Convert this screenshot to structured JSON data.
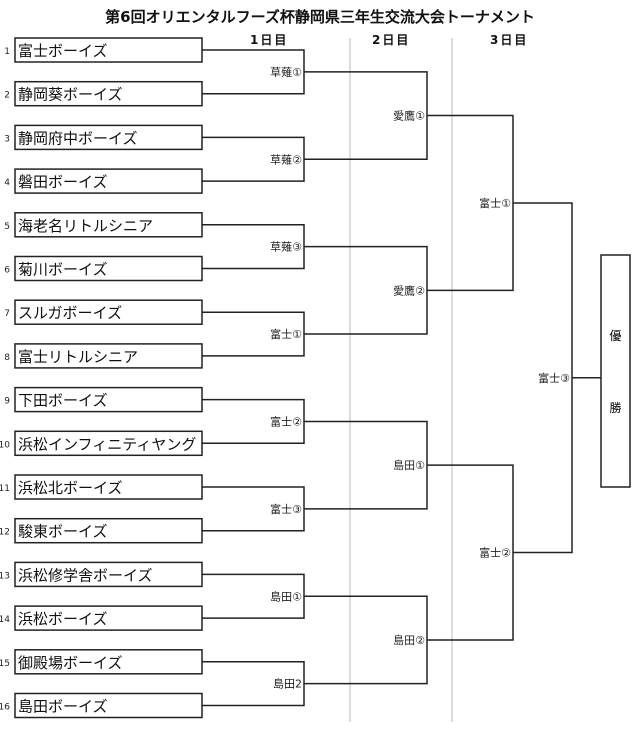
{
  "title": "第6回オリエンタルフーズ杯静岡県三年生交流大会トーナメント",
  "days": [
    "1日目",
    "2日目",
    "3日目"
  ],
  "teams": [
    {
      "seed": "1",
      "name": "富士ボーイズ"
    },
    {
      "seed": "2",
      "name": "静岡葵ボーイズ"
    },
    {
      "seed": "3",
      "name": "静岡府中ボーイズ"
    },
    {
      "seed": "4",
      "name": "磐田ボーイズ"
    },
    {
      "seed": "5",
      "name": "海老名リトルシニア"
    },
    {
      "seed": "6",
      "name": "菊川ボーイズ"
    },
    {
      "seed": "7",
      "name": "スルガボーイズ"
    },
    {
      "seed": "8",
      "name": "富士リトルシニア"
    },
    {
      "seed": "9",
      "name": "下田ボーイズ"
    },
    {
      "seed": "10",
      "name": "浜松インフィニティヤング"
    },
    {
      "seed": "11",
      "name": "浜松北ボーイズ"
    },
    {
      "seed": "12",
      "name": "駿東ボーイズ"
    },
    {
      "seed": "13",
      "name": "浜松修学舎ボーイズ"
    },
    {
      "seed": "14",
      "name": "浜松ボーイズ"
    },
    {
      "seed": "15",
      "name": "御殿場ボーイズ"
    },
    {
      "seed": "16",
      "name": "島田ボーイズ"
    }
  ],
  "rounds": [
    [
      "草薙①",
      "草薙②",
      "草薙③",
      "富士①",
      "富士②",
      "富士③",
      "島田①",
      "島田2"
    ],
    [
      "愛鷹①",
      "愛鷹②",
      "島田①",
      "島田②"
    ],
    [
      "富士①",
      "富士②"
    ],
    [
      "富士③"
    ]
  ],
  "winner_box": [
    "優",
    "勝"
  ]
}
